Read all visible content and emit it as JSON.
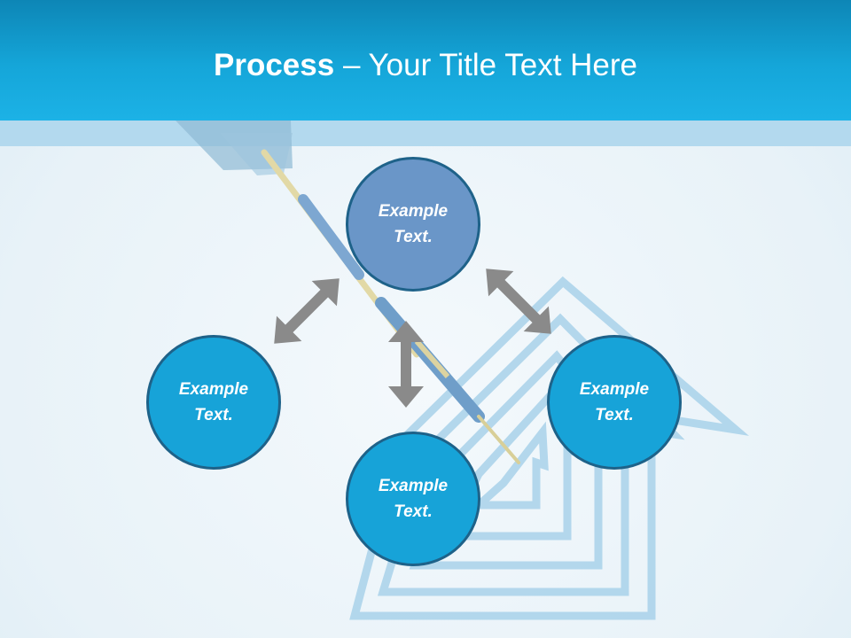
{
  "slide": {
    "title_strong": "Process",
    "title_rest": " – Your Title Text Here"
  },
  "nodes": [
    {
      "label": "Example Text.",
      "color": "#6a96c8"
    },
    {
      "label": "Example Text.",
      "color": "#17a3d8"
    },
    {
      "label": "Example Text.",
      "color": "#17a3d8"
    },
    {
      "label": "Example Text.",
      "color": "#17a3d8"
    }
  ],
  "colors": {
    "header": "#15a6d9",
    "band": "#b3d9ee",
    "arrow": "#8a8a8a",
    "node_border": "#1e6289"
  }
}
